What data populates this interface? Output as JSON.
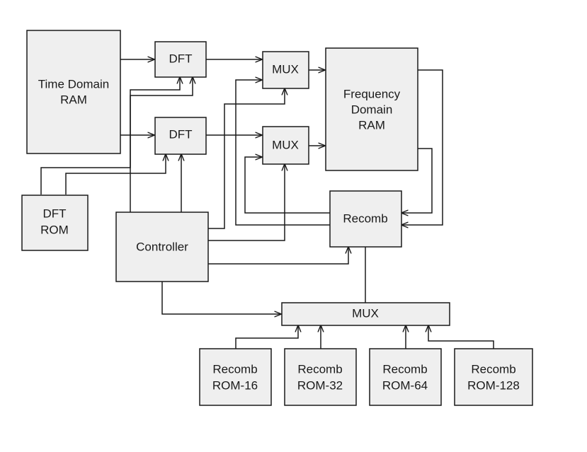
{
  "blocks": {
    "time_ram": [
      "Time Domain",
      "RAM"
    ],
    "dft_top": [
      "DFT"
    ],
    "dft_bottom": [
      "DFT"
    ],
    "mux_top": [
      "MUX"
    ],
    "mux_mid": [
      "MUX"
    ],
    "freq_ram": [
      "Frequency",
      "Domain",
      "RAM"
    ],
    "dft_rom": [
      "DFT",
      "ROM"
    ],
    "controller": [
      "Controller"
    ],
    "recomb": [
      "Recomb"
    ],
    "mux_bottom": [
      "MUX"
    ],
    "rom16": [
      "Recomb",
      "ROM-16"
    ],
    "rom32": [
      "Recomb",
      "ROM-32"
    ],
    "rom64": [
      "Recomb",
      "ROM-64"
    ],
    "rom128": [
      "Recomb",
      "ROM-128"
    ]
  }
}
